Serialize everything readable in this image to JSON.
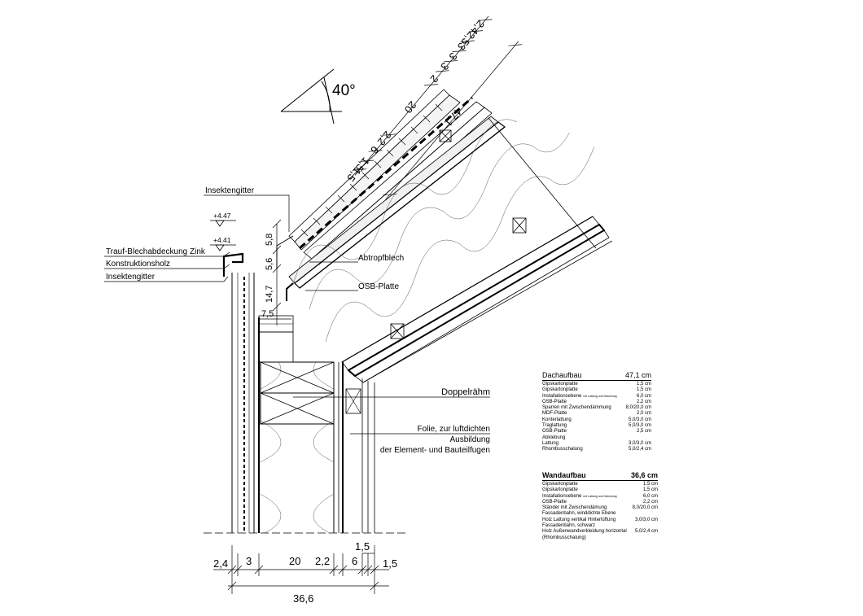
{
  "angle_label": "40°",
  "levels": {
    "top": "+4.47",
    "bottom": "+4.41"
  },
  "labels": {
    "insektengitter_top": "Insektengitter",
    "trauf": "Trauf-Blechabdeckung Zink",
    "konstruktionsholz": "Konstruktionsholz",
    "insektengitter_bottom": "Insektengitter",
    "abtropfblech": "Abtropfblech",
    "osb": "OSB-Platte",
    "doppelraehm": "Doppelrähm",
    "folie_1": "Folie, zur luftdichten",
    "folie_2": "Ausbildung",
    "folie_3": "der Element- und Bauteilfugen"
  },
  "vertical_dims": [
    "5,8",
    "5,6",
    "14,7",
    "7,5"
  ],
  "roof_dims": {
    "layers": [
      "2,4",
      "2,5",
      "3",
      "3",
      "3",
      "2",
      "20",
      "2,2",
      "6",
      "1,5",
      "1,5"
    ],
    "total": "47,1"
  },
  "wall_dims": {
    "layers": [
      "2,4",
      "3",
      "20",
      "2,2",
      "6",
      "1,5",
      "1,5"
    ],
    "total": "36,6"
  },
  "dachaufbau": {
    "title": "Dachaufbau",
    "total": "47,1 cm",
    "rows": [
      {
        "name": "Gipskartonplatte",
        "note": "",
        "value": "1,5 cm"
      },
      {
        "name": "Gipskartonplatte",
        "note": "",
        "value": "1,5 cm"
      },
      {
        "name": "Installationsebene",
        "note": "mit Lattung und Dämmung",
        "value": "6,0 cm"
      },
      {
        "name": "OSB-Platte",
        "note": "",
        "value": "2,2 cm"
      },
      {
        "name": "Sparren mit Zwischendämmung",
        "note": "",
        "value": "8,0/20,0 cm"
      },
      {
        "name": "MDF-Platte",
        "note": "",
        "value": "2,0 cm"
      },
      {
        "name": "Konterlattung",
        "note": "",
        "value": "5,0/3,0 cm"
      },
      {
        "name": "Traglattung",
        "note": "",
        "value": "5,0/3,0 cm"
      },
      {
        "name": "OSB-Platte",
        "note": "",
        "value": "2,5 cm"
      },
      {
        "name": "Abklebung",
        "note": "",
        "value": ""
      },
      {
        "name": "Lattung",
        "note": "",
        "value": "3,0/3,0 cm"
      },
      {
        "name": "Rhombusschalung",
        "note": "",
        "value": "5,0/2,4 cm"
      }
    ]
  },
  "wandaufbau": {
    "title": "Wandaufbau",
    "total": "36,6 cm",
    "rows": [
      {
        "name": "Gipskartonplatte",
        "note": "",
        "value": "1,5 cm"
      },
      {
        "name": "Gipskartonplatte",
        "note": "",
        "value": "1,5 cm"
      },
      {
        "name": "Installationsebene",
        "note": "mit Lattung und Dämmung",
        "value": "6,0 cm"
      },
      {
        "name": "OSB-Platte",
        "note": "",
        "value": "2,2 cm"
      },
      {
        "name": "Ständer mit Zwischendämung",
        "note": "",
        "value": "8,0/20,0 cm"
      },
      {
        "name": "Fassadenbahn, winddichte Ebene",
        "note": "",
        "value": ""
      },
      {
        "name": "Holz Lattung vertikal Hinterlüftung",
        "note": "",
        "value": "3,0/3,0 cm"
      },
      {
        "name": "Fassadenbahn, schwarz",
        "note": "",
        "value": ""
      },
      {
        "name": "Holz Außenwandverkleidung horizontal",
        "note": "",
        "value": "5,0/2,4 cm"
      },
      {
        "name": "(Rhombusschalung)",
        "note": "",
        "value": ""
      }
    ]
  }
}
